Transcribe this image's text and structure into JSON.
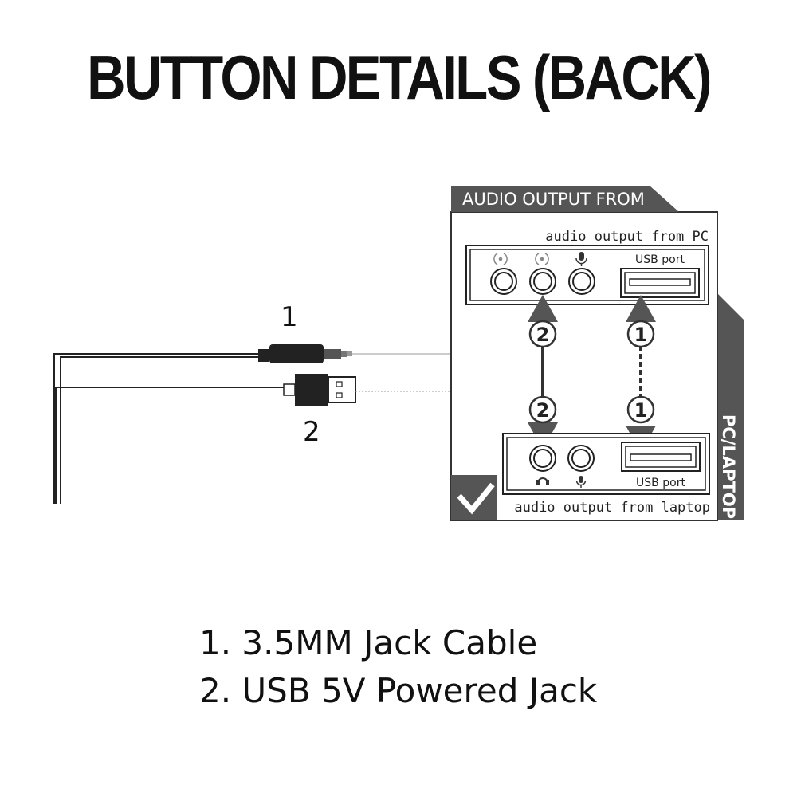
{
  "title": "BUTTON DETAILS (BACK)",
  "cables": {
    "label_1": "1",
    "label_2": "2"
  },
  "panel": {
    "header": "AUDIO OUTPUT FROM",
    "side_label": "PC/LAPTOP",
    "pc": {
      "caption": "audio output from PC",
      "usb_label": "USB port"
    },
    "laptop": {
      "caption": "audio output from laptop",
      "usb_label": "USB port"
    },
    "markers": {
      "jack_top": "2",
      "usb_top": "1",
      "jack_bottom": "2",
      "usb_bottom": "1"
    }
  },
  "legend": {
    "item_1": "1. 3.5MM Jack Cable",
    "item_2": "2. USB 5V Powered Jack"
  },
  "colors": {
    "dark": "#555555",
    "ink": "#111111"
  }
}
